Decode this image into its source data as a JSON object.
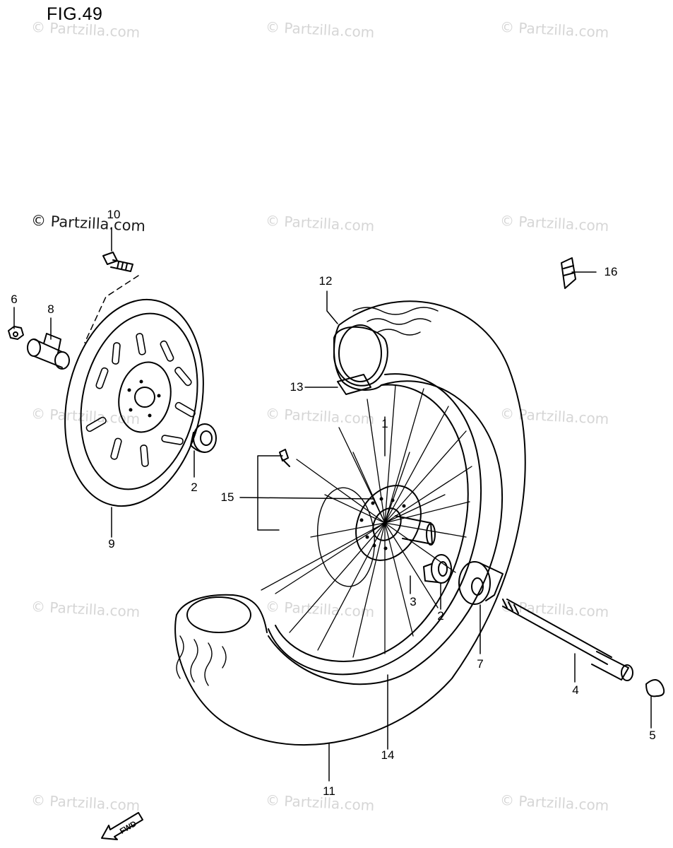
{
  "figure": {
    "title": "FIG.49"
  },
  "watermarks": {
    "text": "© Partzilla.com",
    "prominent": "© Partzilla.com"
  },
  "callouts": {
    "c1": "1",
    "c2a": "2",
    "c2b": "2",
    "c3": "3",
    "c4": "4",
    "c5": "5",
    "c6": "6",
    "c7": "7",
    "c8": "8",
    "c9": "9",
    "c10": "10",
    "c11": "11",
    "c12": "12",
    "c13": "13",
    "c14": "14",
    "c15": "15",
    "c16": "16"
  },
  "direction_badge": {
    "label": "FWD"
  },
  "colors": {
    "line": "#000000",
    "watermark": "#d6d6d6",
    "background": "#ffffff"
  }
}
